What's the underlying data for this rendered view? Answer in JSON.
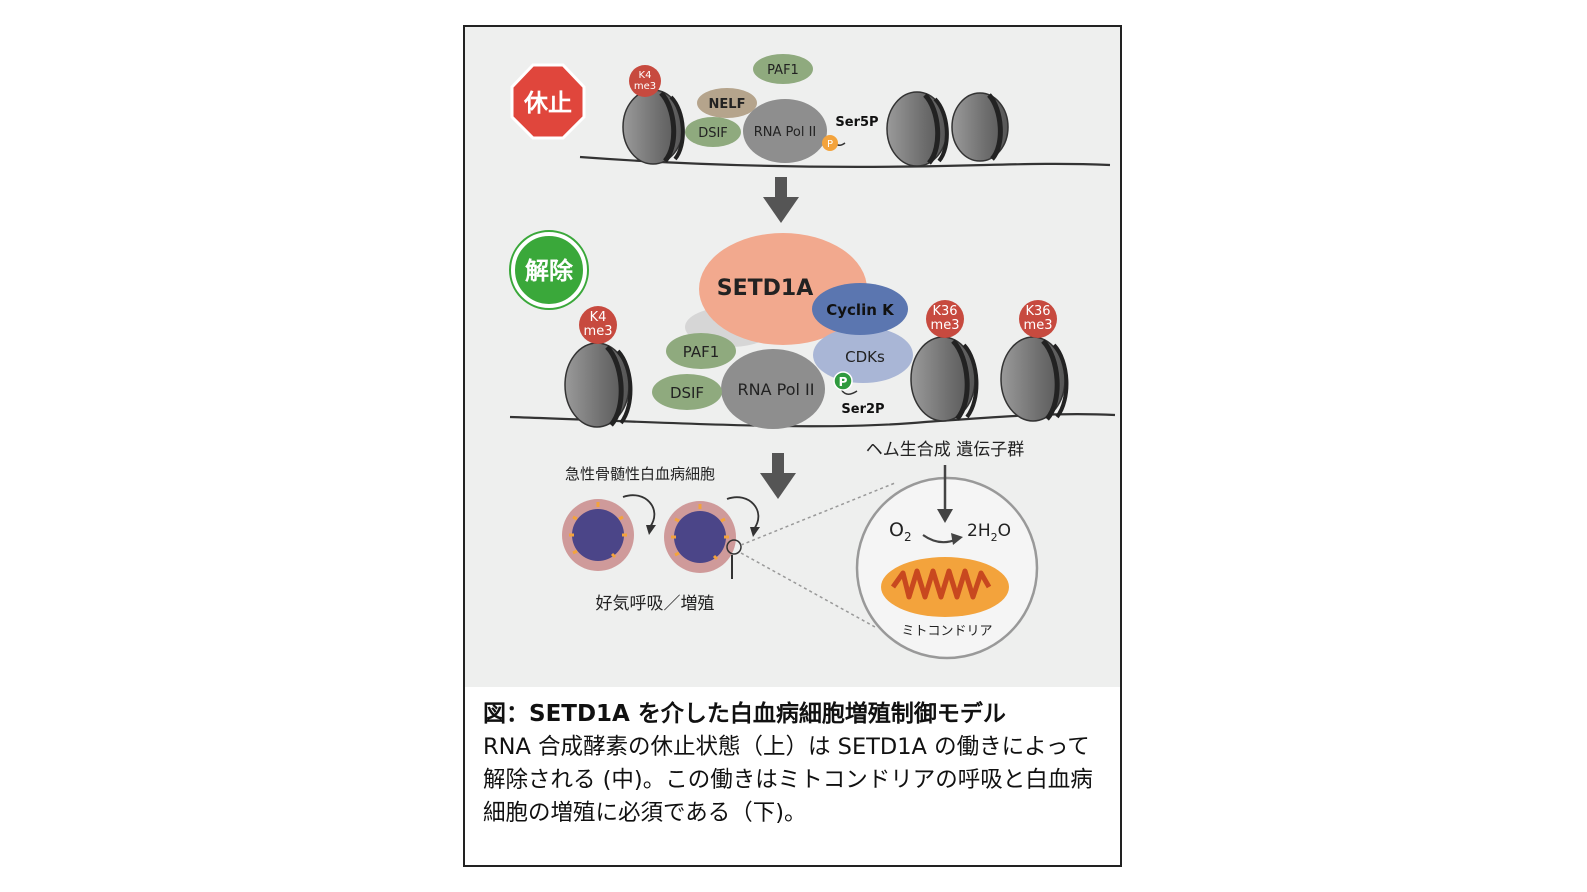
{
  "states": {
    "paused": "休止",
    "released": "解除"
  },
  "labels": {
    "k4": [
      "K4",
      "me3"
    ],
    "k36": [
      "K36",
      "me3"
    ],
    "paf1": "PAF1",
    "nelf": "NELF",
    "dsif": "DSIF",
    "rnapol": "RNA Pol II",
    "ser5p": "Ser5P",
    "ser2p": "Ser2P",
    "p": "P",
    "setd1a": "SETD1A",
    "cyclink": "Cyclin K",
    "cdks": "CDKs",
    "heme_genes": "ヘム生合成 遺伝子群",
    "aml_cells": "急性骨髄性白血病細胞",
    "respiration": "好気呼吸／増殖",
    "o2_main": "O",
    "o2_sub": "2",
    "h2o_a": "2H",
    "h2o_sub": "2",
    "h2o_b": "O",
    "mito": "ミトコンドリア"
  },
  "caption": {
    "title": "図：SETD1A を介した白血病細胞増殖制御モデル",
    "body": "RNA 合成酵素の休止状態（上）は SETD1A の働きによって解除される (中)。この働きはミトコンドリアの呼吸と白血病細胞の増殖に必須である（下)。"
  },
  "colors": {
    "stop": "#e0463c",
    "go": "#3aa83a",
    "green_protein": "#8faa7e",
    "nelf": "#b5a48c",
    "setd1a": "#f2a98e",
    "cyclin": "#5b76b0",
    "cdks": "#a9b6d6",
    "histone": "#bf4a3f",
    "cell_nucleus": "#4b4588",
    "mito": "#f3a33c"
  }
}
